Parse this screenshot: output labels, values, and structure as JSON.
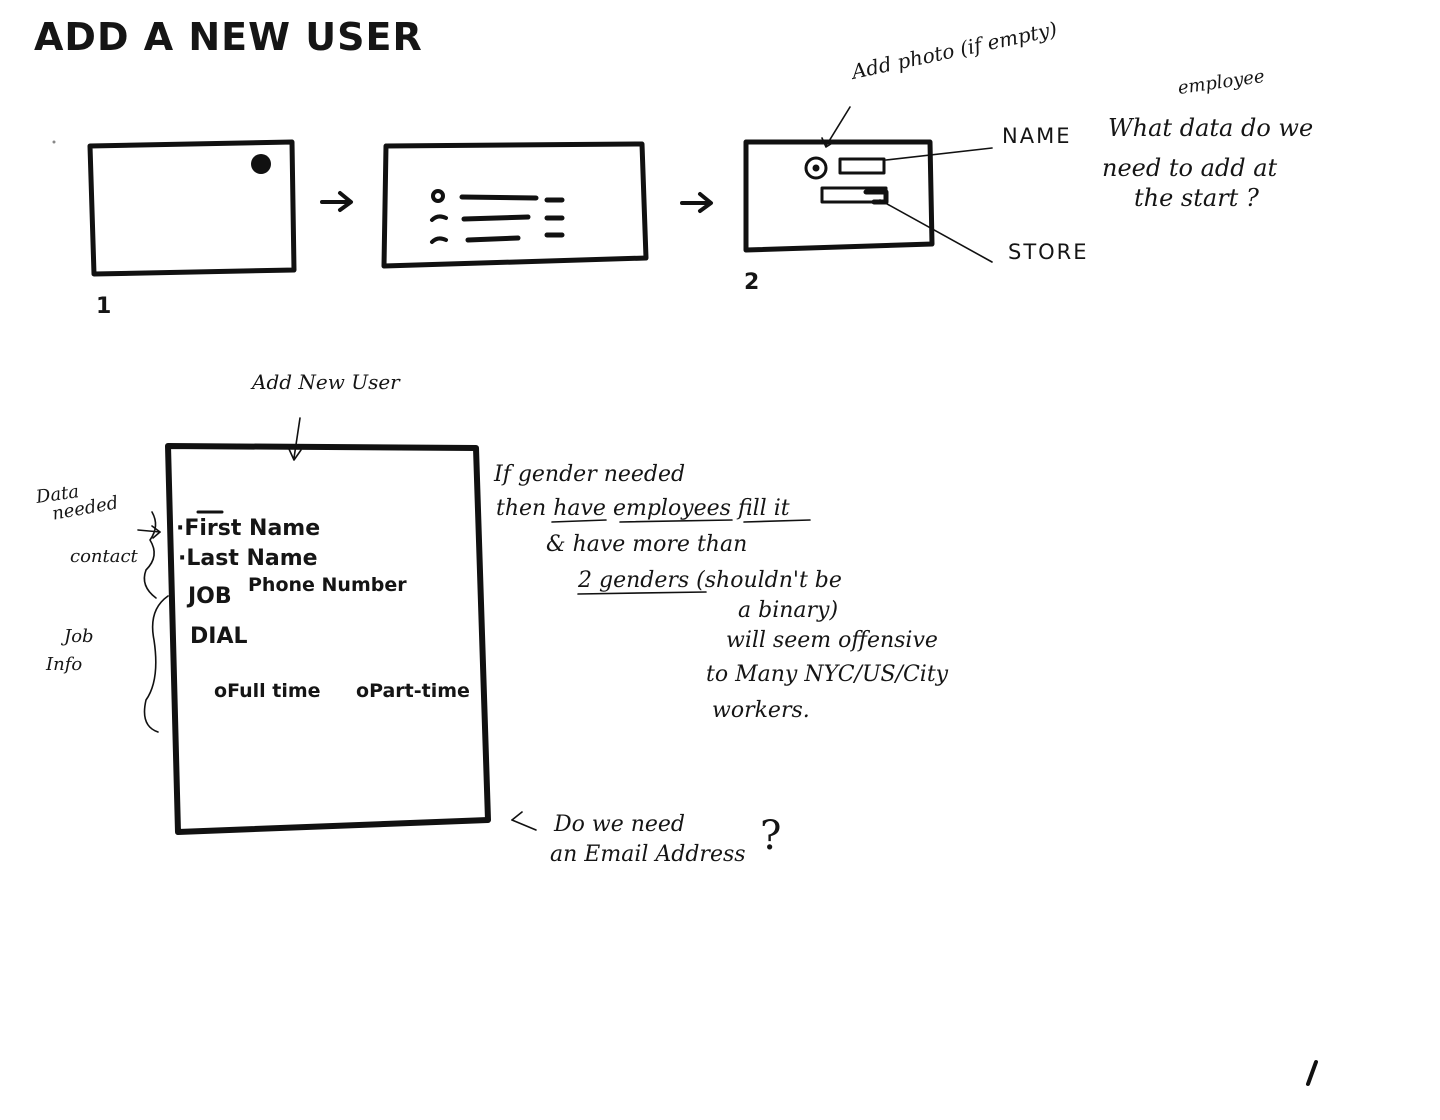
{
  "title": "ADD A NEW USER",
  "steps": {
    "one": "1",
    "two": "2"
  },
  "panel3": {
    "photo_note": "Add photo (if empty)",
    "name_label": "NAME",
    "store_label": "STORE"
  },
  "question": {
    "line1_word": "employee",
    "line2": "What data do we",
    "line3": "need to add at",
    "line4": "the start ?"
  },
  "form": {
    "caption": "Add New User",
    "side_data": "Data",
    "side_needed": "needed",
    "side_contact": "contact",
    "side_job1": "Job",
    "side_job2": "Info",
    "first_name": "First Name",
    "last_name": "Last Name",
    "job": "JOB",
    "phone": "Phone Number",
    "dial": "DIAL",
    "full_time": "Full time",
    "part_time": "Part-time"
  },
  "gender_note": {
    "l1": "If gender needed",
    "l2a": "then",
    "l2b": "have",
    "l2c": "employees",
    "l2d": "fill it",
    "l3": "& have more than",
    "l4a": "2 genders",
    "l4b": "(shouldn't be",
    "l5": "a binary)",
    "l6": "will seem offensive",
    "l7": "to Many NYC/US/City",
    "l8": "workers."
  },
  "email_note": {
    "l1": "Do we need",
    "l2": "an Email Address",
    "q": "?"
  },
  "page_mark": "1"
}
